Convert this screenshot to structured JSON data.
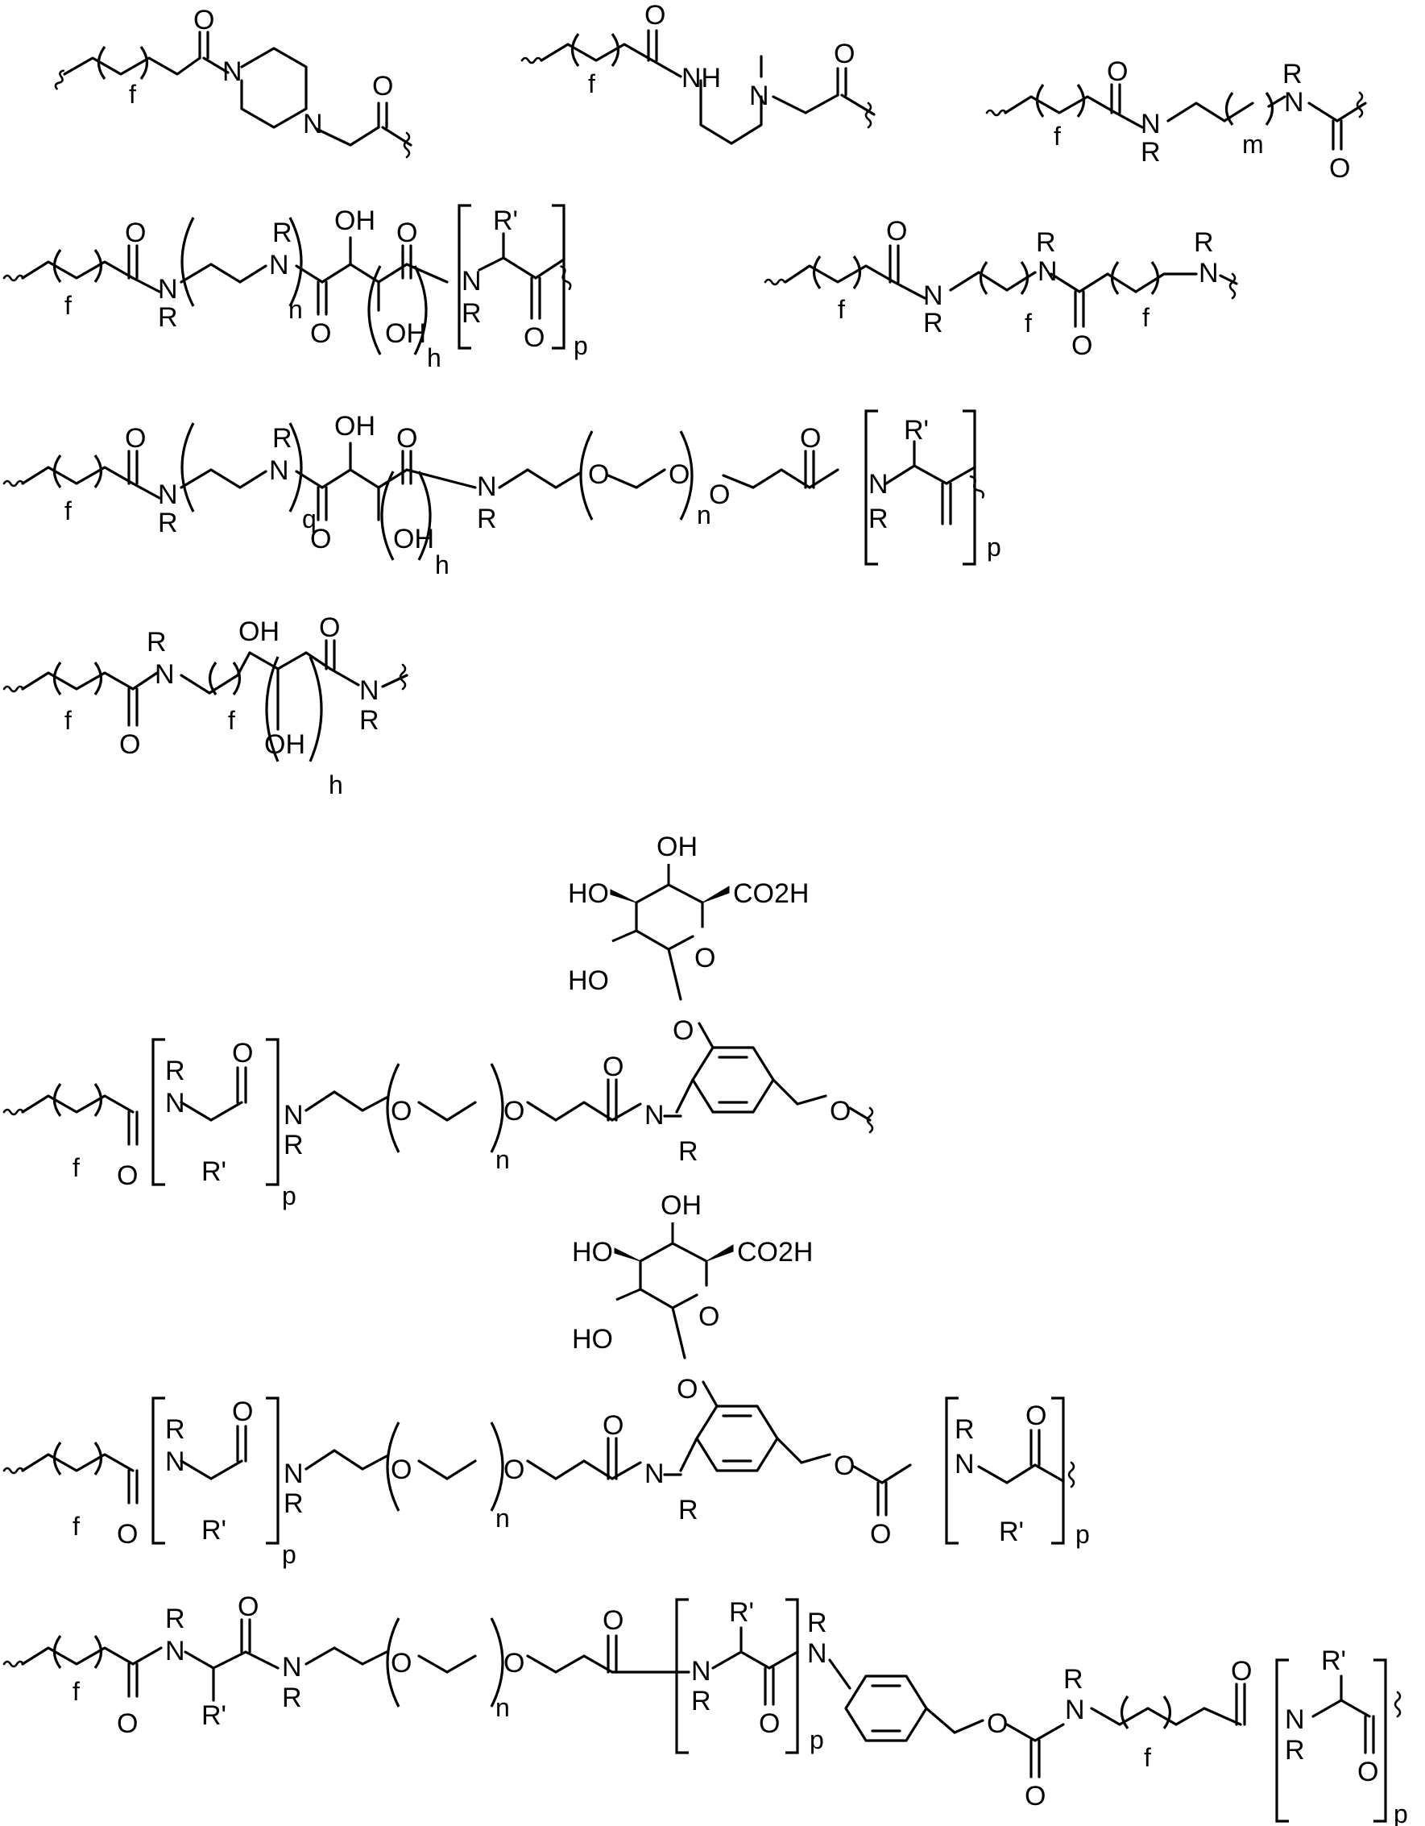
{
  "figure": {
    "background": "#ffffff",
    "ink": "#000000",
    "structures": [
      {
        "id": "s1",
        "labels": {
          "O1": "O",
          "N1": "N",
          "N2": "N",
          "O2": "O",
          "f": "f"
        }
      },
      {
        "id": "s2",
        "labels": {
          "O1": "O",
          "NH": "NH",
          "N": "N",
          "O2": "O",
          "f": "f"
        }
      },
      {
        "id": "s3",
        "labels": {
          "O1": "O",
          "N1": "N",
          "R1": "R",
          "R2": "R",
          "N2": "N",
          "O2": "O",
          "f": "f",
          "m": "m"
        }
      },
      {
        "id": "s4",
        "labels": {
          "O1": "O",
          "N1": "N",
          "R1": "R",
          "R2": "R",
          "N2": "N",
          "OH1": "OH",
          "O2": "O",
          "OH2": "OH",
          "O3": "O",
          "N3": "N",
          "R3": "R",
          "R4": "R'",
          "O4": "O",
          "f": "f",
          "n": "n",
          "h": "h",
          "p": "p"
        }
      },
      {
        "id": "s5",
        "labels": {
          "O1": "O",
          "N1": "N",
          "R1": "R",
          "R2": "R",
          "N2": "N",
          "O2": "O",
          "R3": "R",
          "N3": "N",
          "f1": "f",
          "f2": "f",
          "f3": "f"
        }
      },
      {
        "id": "s6",
        "labels": {
          "O1": "O",
          "N1": "N",
          "R1": "R",
          "R2": "R",
          "N2": "N",
          "OH1": "OH",
          "O2": "O",
          "O3": "O",
          "OH2": "OH",
          "N3": "N",
          "R3": "R",
          "O4": "O",
          "O5": "O",
          "O6": "O",
          "N4": "N",
          "R4": "R",
          "R5": "R'",
          "O7": "O",
          "f": "f",
          "q": "q",
          "h": "h",
          "n": "n",
          "p": "p"
        }
      },
      {
        "id": "s7",
        "labels": {
          "R1": "R",
          "N1": "N",
          "O1": "O",
          "OH1": "OH",
          "OH2": "OH",
          "O2": "O",
          "N2": "N",
          "R2": "R",
          "f1": "f",
          "f2": "f",
          "h": "h"
        }
      },
      {
        "id": "s8",
        "labels": {
          "OH": "OH",
          "HO1": "HO",
          "CO2H": "CO2H",
          "HO2": "HO",
          "O_ring": "O",
          "O_link": "O",
          "O1": "O",
          "R1": "R",
          "N1": "N",
          "O2": "O",
          "R2": "R'",
          "N2": "N",
          "R3": "R",
          "O3": "O",
          "O4": "O",
          "O5": "O",
          "N3": "N",
          "R4": "R",
          "O6": "O",
          "f": "f",
          "p": "p",
          "n": "n"
        }
      },
      {
        "id": "s9",
        "labels": {
          "OH": "OH",
          "HO1": "HO",
          "CO2H": "CO2H",
          "HO2": "HO",
          "O_ring": "O",
          "O_link": "O",
          "O1": "O",
          "R1": "R",
          "N1": "N",
          "O2": "O",
          "R2": "R'",
          "N2": "N",
          "R3": "R",
          "O3": "O",
          "O4": "O",
          "O5": "O",
          "N3": "N",
          "R4": "R",
          "O6": "O",
          "O7": "O",
          "N4": "N",
          "R5": "R",
          "O8": "O",
          "R6": "R'",
          "f": "f",
          "p1": "p",
          "n": "n",
          "p2": "p"
        }
      },
      {
        "id": "s10",
        "labels": {
          "R1": "R",
          "N1": "N",
          "O1": "O",
          "O2": "O",
          "R2": "R'",
          "N2": "N",
          "R3": "R",
          "O3": "O",
          "O4": "O",
          "O5": "O",
          "R4": "R'",
          "N3": "N",
          "R5": "R",
          "O6": "O",
          "R6": "R",
          "N4": "N",
          "O7": "O",
          "O8": "O",
          "R7": "R",
          "N5": "N",
          "O9": "O",
          "R8": "R'",
          "N6": "N",
          "R9": "R",
          "O10": "O",
          "f1": "f",
          "n": "n",
          "p1": "p",
          "f2": "f",
          "p2": "p"
        }
      }
    ]
  }
}
